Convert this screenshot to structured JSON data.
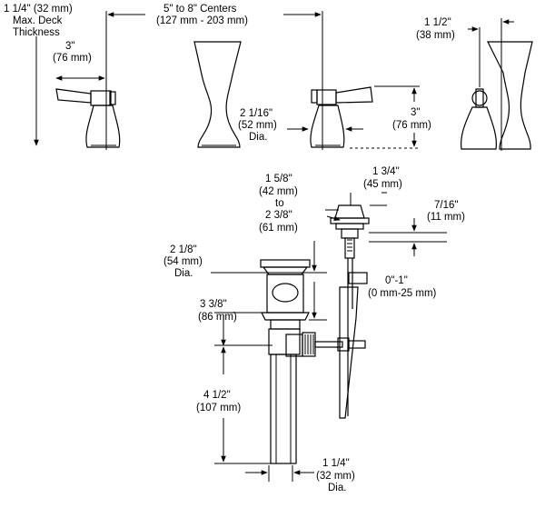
{
  "labels": {
    "deck_l1": "1 1/4\" (32 mm)",
    "deck_l2": "Max. Deck",
    "deck_l3": "Thickness",
    "handle_l1": "3\"",
    "handle_l2": "(76 mm)",
    "centers_l1": "5\" to 8\" Centers",
    "centers_l2": "(127 mm - 203 mm)",
    "reach_l1": "1 1/2\"",
    "reach_l2": "(38 mm)",
    "base_l1": "2 1/16\"",
    "base_l2": "(52 mm)",
    "base_l3": "Dia.",
    "height_l1": "3\"",
    "height_l2": "(76 mm)",
    "ftop_l1": "1 5/8\"",
    "ftop_l2": "(42 mm)",
    "ftop_l3": "to",
    "ftop_l4": "2 3/8\"",
    "ftop_l5": "(61 mm)",
    "knob_l1": "1 3/4\"",
    "knob_l2": "(45 mm)",
    "gap_l1": "7/16\"",
    "gap_l2": "(11 mm)",
    "flange_l1": "2 1/8\"",
    "flange_l2": "(54 mm)",
    "flange_l3": "Dia.",
    "adj_l1": "0\"-1\"",
    "adj_l2": "(0 mm-25 mm)",
    "body_l1": "3 3/8\"",
    "body_l2": "(86 mm)",
    "tail_l1": "4 1/2\"",
    "tail_l2": "(107 mm)",
    "tdia_l1": "1 1/4\"",
    "tdia_l2": "(32 mm)",
    "tdia_l3": "Dia."
  }
}
